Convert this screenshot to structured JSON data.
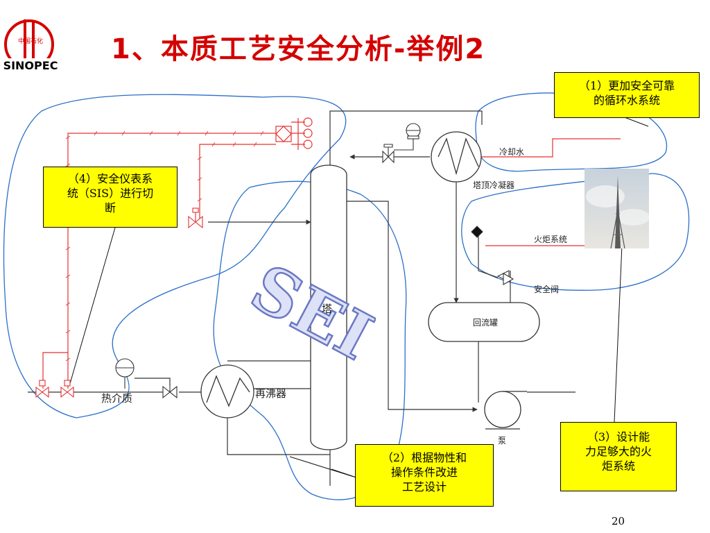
{
  "slide": {
    "title": "1、本质工艺安全分析-举例2",
    "page_number": "20",
    "logo_text": "中国石化",
    "logo_brand": "SINOPEC",
    "watermark": "SEI"
  },
  "callouts": {
    "c1": {
      "line1": "（1）更加安全可靠",
      "line2": "的循环水系统"
    },
    "c2": {
      "line1": "（2）根据物性和",
      "line2": "操作条件改进",
      "line3": "工艺设计"
    },
    "c3": {
      "line1": "（3）设计能",
      "line2": "力足够大的火",
      "line3": "炬系统"
    },
    "c4": {
      "line1": "（4）安全仪表系",
      "line2": "统（SIS）进行切",
      "line3": "断"
    }
  },
  "labels": {
    "cooling_water": "冷却水",
    "condenser": "塔顶冷凝器",
    "flare_system": "火炬系统",
    "safety_valve": "安全阀",
    "reflux_drum": "回流罐",
    "tower": "塔",
    "reboiler": "再沸器",
    "heat_medium": "热介质",
    "pump": "泵"
  },
  "colors": {
    "title": "#d40000",
    "callout_bg": "#ffff00",
    "process_line": "#333333",
    "instrument_line": "#e53030",
    "boundary_line": "#2a6fc9",
    "watermark": "#6a78c4"
  }
}
